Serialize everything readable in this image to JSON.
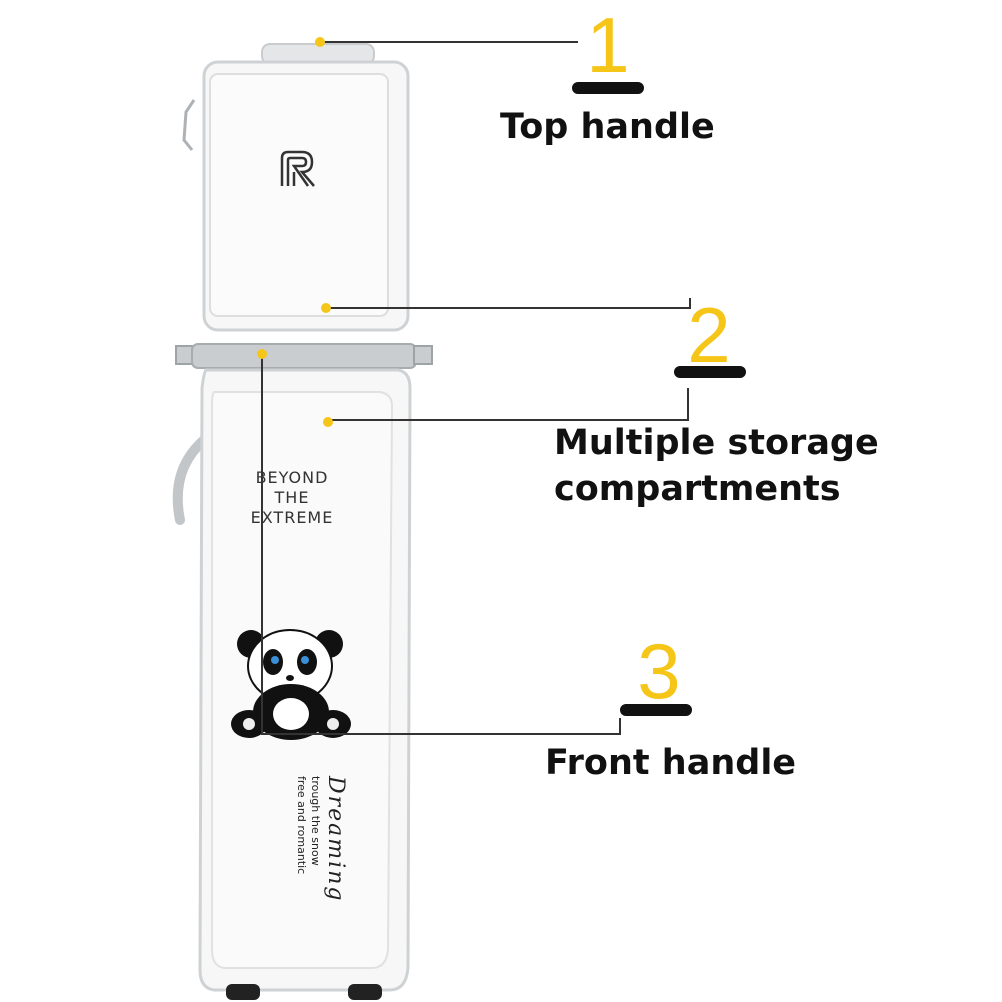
{
  "colors": {
    "accent": "#f5c518",
    "bar": "#111111",
    "line": "#333333",
    "bag_body": "#f7f7f7",
    "bag_outline": "#cfd2d4",
    "strap": "#b9bdc0"
  },
  "callouts": [
    {
      "number": "1",
      "label": "Top handle"
    },
    {
      "number": "2",
      "label": "Multiple storage compartments"
    },
    {
      "number": "3",
      "label": "Front handle"
    }
  ],
  "callout_2_lines": [
    "Multiple storage",
    "compartments"
  ],
  "bag": {
    "logo_icon": "r-logo-icon",
    "print_lines": [
      "BEYOND",
      "THE",
      "EXTREME"
    ],
    "script_title": "Dreaming",
    "script_lines": [
      "trough the snow",
      "free and romantic"
    ],
    "panda_icon": "panda-icon"
  }
}
